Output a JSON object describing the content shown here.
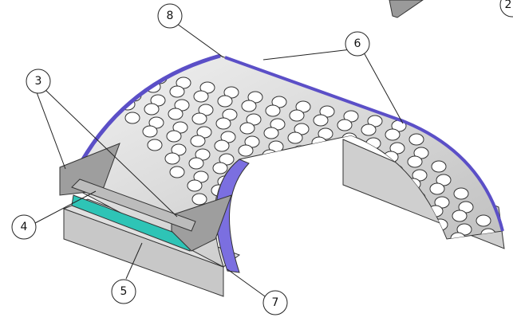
{
  "figure": {
    "callouts": [
      {
        "id": "8",
        "label": "8"
      },
      {
        "id": "6",
        "label": "6"
      },
      {
        "id": "3",
        "label": "3"
      },
      {
        "id": "4",
        "label": "4"
      },
      {
        "id": "5",
        "label": "5"
      },
      {
        "id": "7",
        "label": "7"
      },
      {
        "id": "2",
        "label": "2"
      }
    ],
    "colors": {
      "plate": "#d9d9d9",
      "edge_band": "#6a5acd",
      "insert": "#2ec4b6",
      "base": "#c8c8c8"
    }
  }
}
